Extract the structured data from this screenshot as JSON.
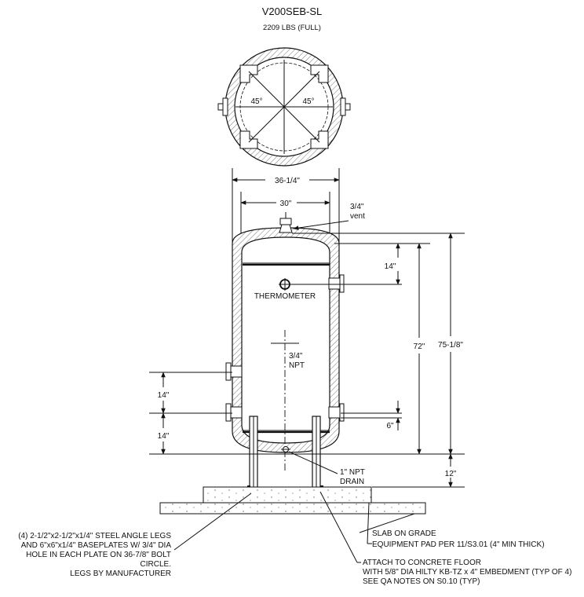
{
  "header": {
    "title": "V200SEB-SL",
    "subtitle": "2209 LBS (FULL)"
  },
  "plan_view": {
    "angle_left": "45°",
    "angle_right": "45°"
  },
  "dimensions": {
    "overall_width": "36-1/4\"",
    "inner_width": "30\"",
    "vent_to_thermo": "14\"",
    "vessel_height": "72\"",
    "overall_height": "75-1/8\"",
    "upper_nozzle_spacing": "14\"",
    "lower_nozzle_spacing": "14\"",
    "lower_right_nozzle": "6\"",
    "leg_height": "12\""
  },
  "labels": {
    "vent_line1": "3/4\"",
    "vent_line2": "vent",
    "thermometer": "THERMOMETER",
    "npt_line1": "3/4\"",
    "npt_line2": "NPT",
    "drain_line1": "1\" NPT",
    "drain_line2": "DRAIN"
  },
  "notes": {
    "legs": [
      "(4) 2-1/2\"x2-1/2\"x1/4\" STEEL ANGLE LEGS",
      "AND 6\"x6\"x1/4\" BASEPLATES W/ 3/4\" DIA",
      "HOLE IN EACH PLATE ON 36-7/8\" BOLT",
      "CIRCLE.",
      "LEGS BY MANUFACTURER"
    ],
    "slab": "SLAB ON GRADE",
    "pad": "EQUIPMENT PAD PER 11/S3.01  (4\" MIN THICK)",
    "anchor": [
      "ATTACH TO CONCRETE FLOOR",
      "WITH 5/8\" DIA HILTY KB-TZ x 4\" EMBEDMENT (TYP OF 4)",
      "SEE QA NOTES ON S0.10 (TYP)"
    ]
  }
}
